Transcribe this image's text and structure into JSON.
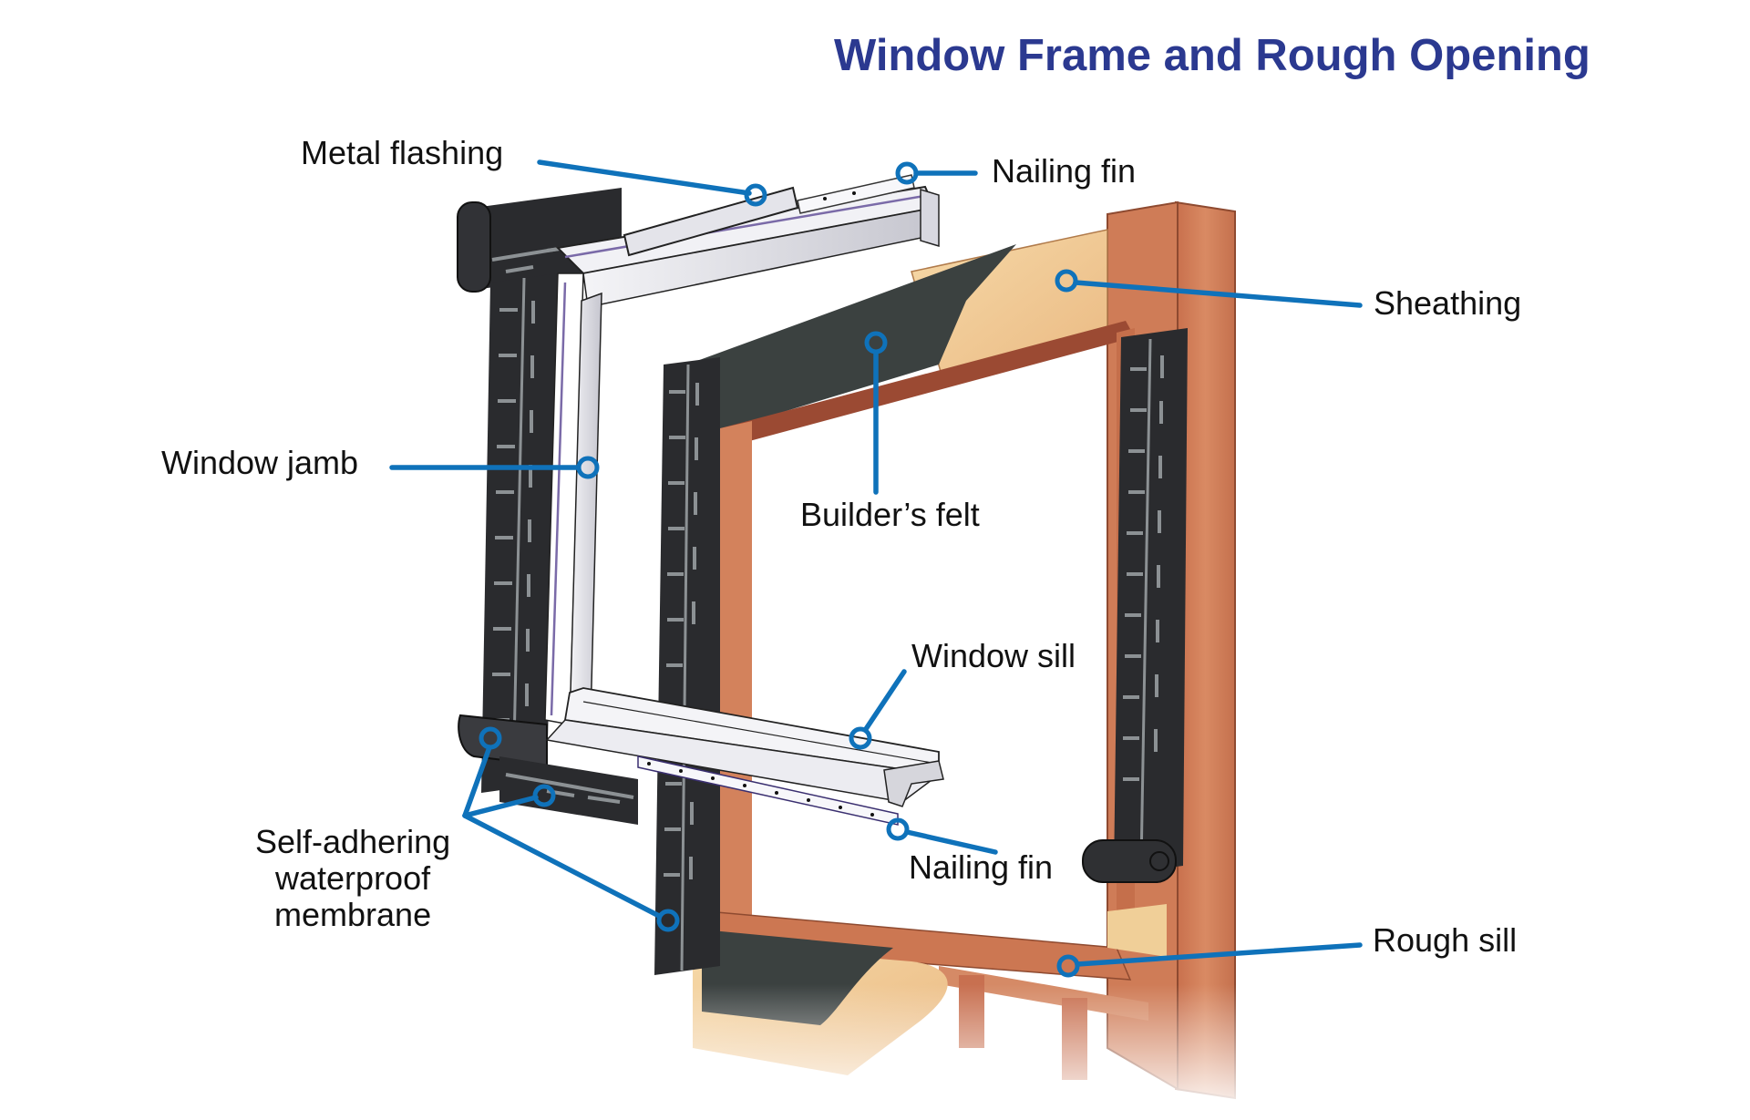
{
  "title": "Window Frame and Rough Opening",
  "colors": {
    "title": "#2b3990",
    "callout": "#0f72ba",
    "label_text": "#111111",
    "membrane": "#2a2b2e",
    "membrane_marks": "#8c9194",
    "builders_felt": "#3b4140",
    "sheathing": "#f1c98f",
    "framing_lumber": "#cd7a55",
    "framing_dark": "#9b4a33",
    "window_frame": "#e9e9ee",
    "window_frame_shadow": "#b8b8c2",
    "window_frame_accent": "#7a6aa8"
  },
  "callouts": [
    {
      "id": "metal-flashing",
      "label": "Metal flashing"
    },
    {
      "id": "nailing-fin-top",
      "label": "Nailing fin"
    },
    {
      "id": "sheathing",
      "label": "Sheathing"
    },
    {
      "id": "window-jamb",
      "label": "Window jamb"
    },
    {
      "id": "builders-felt",
      "label": "Builder’s felt"
    },
    {
      "id": "window-sill",
      "label": "Window sill"
    },
    {
      "id": "self-adhering-membrane",
      "label_lines": [
        "Self-adhering",
        "waterproof",
        "membrane"
      ]
    },
    {
      "id": "nailing-fin-bottom",
      "label": "Nailing fin"
    },
    {
      "id": "rough-sill",
      "label": "Rough sill"
    }
  ]
}
